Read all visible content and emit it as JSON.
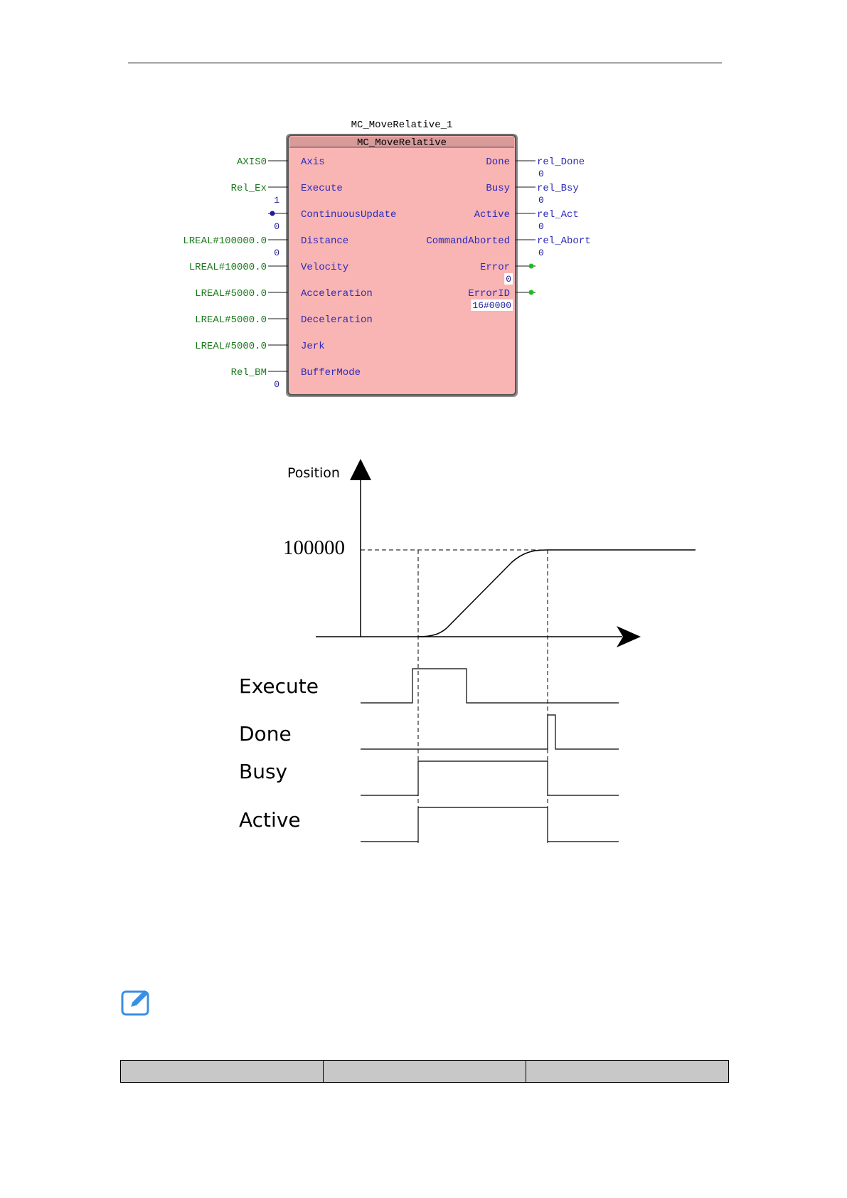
{
  "function_block": {
    "instance_name": "MC_MoveRelative_1",
    "type_name": "MC_MoveRelative",
    "inputs": [
      {
        "pin": "Axis",
        "variable": "AXIS0",
        "value": ""
      },
      {
        "pin": "Execute",
        "variable": "Rel_Ex",
        "value": "1"
      },
      {
        "pin": "ContinuousUpdate",
        "variable": "",
        "value": "0"
      },
      {
        "pin": "Distance",
        "variable": "LREAL#100000.0",
        "value": "0"
      },
      {
        "pin": "Velocity",
        "variable": "LREAL#10000.0",
        "value": ""
      },
      {
        "pin": "Acceleration",
        "variable": "LREAL#5000.0",
        "value": ""
      },
      {
        "pin": "Deceleration",
        "variable": "LREAL#5000.0",
        "value": ""
      },
      {
        "pin": "Jerk",
        "variable": "LREAL#5000.0",
        "value": ""
      },
      {
        "pin": "BufferMode",
        "variable": "Rel_BM",
        "value": "0"
      }
    ],
    "outputs": [
      {
        "pin": "Done",
        "variable": "rel_Done",
        "value": "0"
      },
      {
        "pin": "Busy",
        "variable": "rel_Bsy",
        "value": "0"
      },
      {
        "pin": "Active",
        "variable": "rel_Act",
        "value": "0"
      },
      {
        "pin": "CommandAborted",
        "variable": "rel_Abort",
        "value": "0"
      },
      {
        "pin": "Error",
        "variable": "",
        "value": "0"
      },
      {
        "pin": "ErrorID",
        "variable": "",
        "value": "16#0000"
      }
    ],
    "colors": {
      "body": "#f9b4b4",
      "header": "#d99a9a",
      "pin_in": "#2b2bb8",
      "var_in": "#1a7a1a",
      "dot_out": "#22bb22",
      "dot_in": "#1a1a9c"
    }
  },
  "timing": {
    "position_label": "Position",
    "position_value": "100000",
    "signals": [
      {
        "name": "Execute"
      },
      {
        "name": "Done"
      },
      {
        "name": "Busy"
      },
      {
        "name": "Active"
      }
    ]
  }
}
